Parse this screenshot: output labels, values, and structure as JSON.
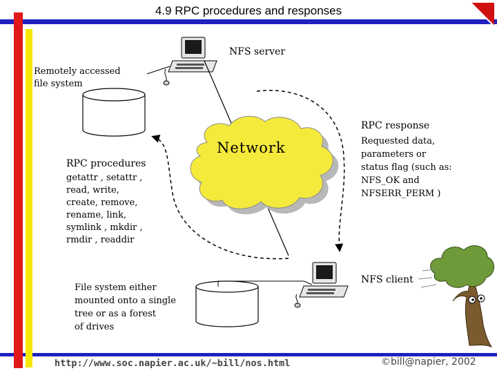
{
  "slide": {
    "title": "4.9 RPC procedures and responses"
  },
  "server": {
    "label": "NFS server"
  },
  "filesystem": {
    "label_lines": [
      "Remotely accessed",
      "file system"
    ]
  },
  "network": {
    "label": "Network"
  },
  "rpc_procedures": {
    "heading": "RPC procedures",
    "lines": [
      "getattr  , setattr  ,",
      "read, write,",
      "create, remove,",
      "rename, link,",
      "symlink  , mkdir  ,",
      "rmdir  , readdir"
    ]
  },
  "rpc_response": {
    "heading": "RPC response",
    "lines": [
      "Requested data,",
      "parameters or",
      "status flag (such as:",
      "NFS_OK   and",
      "NFSERR_PERM    )"
    ]
  },
  "client": {
    "label": "NFS client",
    "fs_lines": [
      "File system either",
      "mounted onto a single",
      "tree or as a forest",
      "of drives"
    ]
  },
  "footer": {
    "url": "http://www.soc.napier.ac.uk/~bill/nos.html",
    "copyright": "©bill@napier, 2002"
  },
  "colors": {
    "bar_blue": "#2020c0",
    "bar_red": "#e01818",
    "bar_yellow": "#f4e800",
    "cloud_fill": "#f4ea3c",
    "cloud_shadow": "#b8b8b8",
    "corner_red": "#d01010"
  },
  "icons": [
    "computer-icon",
    "tree-character-image",
    "corner-logo-icon"
  ]
}
